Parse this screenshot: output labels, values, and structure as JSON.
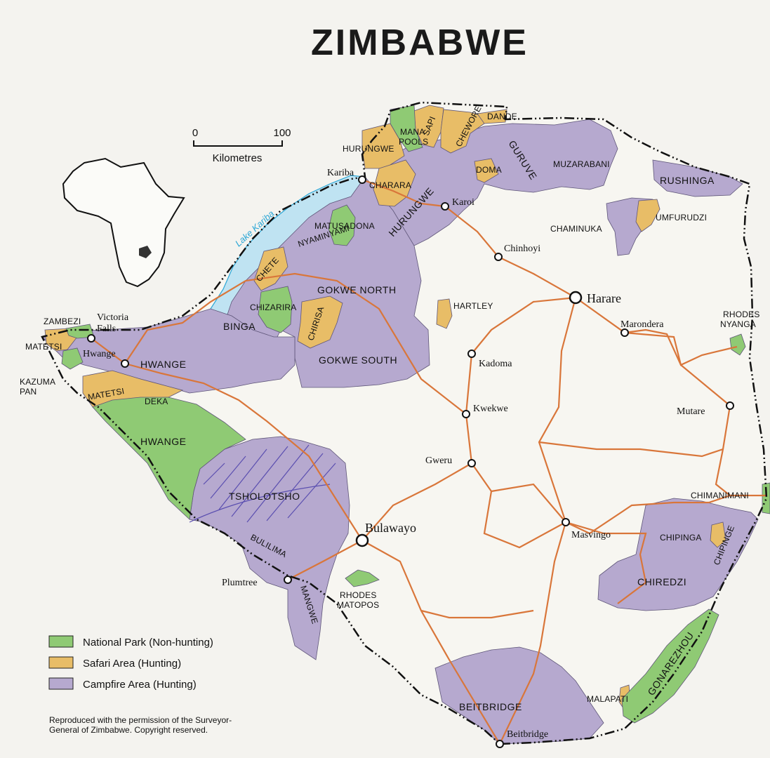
{
  "title": "ZIMBABWE",
  "colors": {
    "national_park": "#8fca74",
    "safari_area": "#e8bd67",
    "campfire_area": "#b6a9cf",
    "road": "#d9763a",
    "water": "#bfe3f2",
    "water_label": "#2aa6d6",
    "border": "#111111"
  },
  "scale": {
    "start": "0",
    "end": "100",
    "unit": "Kilometres"
  },
  "lake": {
    "name": "Lake Kariba"
  },
  "legend": [
    {
      "key": "national_park",
      "label": "National Park (Non-hunting)"
    },
    {
      "key": "safari_area",
      "label": "Safari Area (Hunting)"
    },
    {
      "key": "campfire_area",
      "label": "Campfire Area (Hunting)"
    }
  ],
  "credit": {
    "line1": "Reproduced with the permission of the Surveyor-",
    "line2": "General of Zimbabwe. Copyright reserved."
  },
  "areas": {
    "mana_pools_1": "MANA",
    "mana_pools_2": "POOLS",
    "sapi": "SAPI",
    "chewore": "CHEWORE",
    "dande": "DANDE",
    "hurungwe_top": "HURUNGWE",
    "guruve": "GURUVE",
    "muzarabani": "MUZARABANI",
    "doma": "DOMA",
    "charara": "CHARARA",
    "rushinga": "RUSHINGA",
    "umfurudzi": "UMFURUDZI",
    "chaminuka": "CHAMINUKA",
    "matusadona": "MATUSADONA",
    "hurungwe": "HURUNGWE",
    "nyaminyami": "NYAMINYAMI",
    "chete": "CHETE",
    "gokwe_north": "GOKWE NORTH",
    "chizarira": "CHIZARIRA",
    "chirisa": "CHIRISA",
    "hartley": "HARTLEY",
    "binga": "BINGA",
    "zambezi": "ZAMBEZI",
    "matetsi_1": "MATETSI",
    "hwange_area": "HWANGE",
    "gokwe_south": "GOKWE SOUTH",
    "kazuma_1": "KAZUMA",
    "kazuma_2": "PAN",
    "matetsi_2": "MATETSI",
    "deka": "DEKA",
    "hwange_np": "HWANGE",
    "tsholotsho": "TSHOLOTSHO",
    "bulilima": "BULILIMA",
    "mangwe": "MANGWE",
    "rhodes_matopos_1": "RHODES",
    "rhodes_matopos_2": "MATOPOS",
    "rhodes_nyanga_1": "RHODES",
    "rhodes_nyanga_2": "NYANGA",
    "chimanimani": "CHIMANIMANI",
    "chipinga": "CHIPINGA",
    "chipinge": "CHIPINGE",
    "chiredzi": "CHIREDZI",
    "gonarezhou": "GONAREZHOU",
    "malapati": "MALAPATI",
    "beitbridge_area": "BEITBRIDGE"
  },
  "towns": {
    "kariba": "Kariba",
    "karoi": "Karoi",
    "chinhoyi": "Chinhoyi",
    "harare": "Harare",
    "marondera": "Marondera",
    "victoria_falls_1": "Victoria",
    "victoria_falls_2": "Falls",
    "hwange": "Hwange",
    "kadoma": "Kadoma",
    "kwekwe": "Kwekwe",
    "mutare": "Mutare",
    "gweru": "Gweru",
    "bulawayo": "Bulawayo",
    "masvingo": "Masvingo",
    "plumtree": "Plumtree",
    "beitbridge": "Beitbridge"
  }
}
